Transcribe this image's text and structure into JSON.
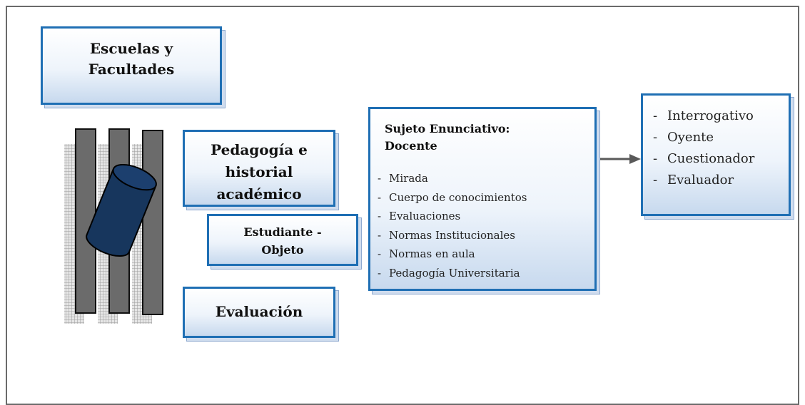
{
  "boxes": {
    "escuelas": "Escuelas y\nFacultades",
    "pedagogia": "Pedagogía e\nhistorial\nacadémico",
    "estudiante": "Estudiante -\nObjeto",
    "evaluacion": "Evaluación"
  },
  "sujeto": {
    "title": "Sujeto Enunciativo:\nDocente",
    "items": [
      "Mirada",
      "Cuerpo de conocimientos",
      "Evaluaciones",
      "Normas Institucionales",
      "Normas en aula",
      "Pedagogía Universitaria"
    ]
  },
  "roles": {
    "items": [
      "Interrogativo",
      "Oyente",
      "Cuestionador",
      "Evaluador"
    ]
  },
  "colors": {
    "box_border": "#1f6fb4",
    "cylinder": "#17365d",
    "pillar": "#6b6b6b",
    "arrow": "#595959"
  }
}
